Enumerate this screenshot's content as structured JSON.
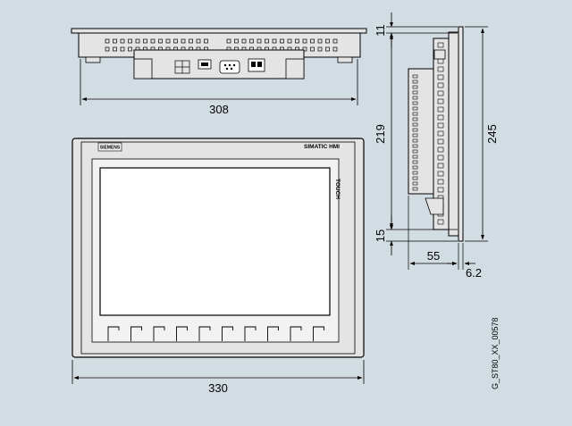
{
  "colors": {
    "background": "#d2dde3",
    "device_fill": "#e4e4e4",
    "screen_fill": "#ffffff",
    "line": "#000000"
  },
  "front_view": {
    "brand_badge": "SIEMENS",
    "model_label": "SIMATIC HMI",
    "side_label": "TOUCH",
    "function_key_count": 10
  },
  "dimensions": {
    "top_width": "308",
    "side_top_margin": "11",
    "side_inner_height": "219",
    "side_total_height": "245",
    "side_bottom_margin": "15",
    "side_depth": "55",
    "side_bezel": "6.2",
    "front_width": "330"
  },
  "figure_id": "G_ST80_XX_00578"
}
